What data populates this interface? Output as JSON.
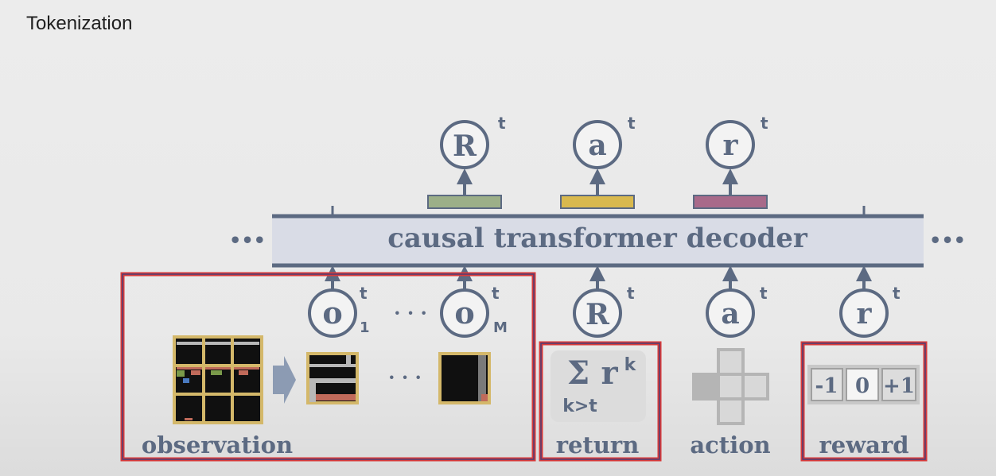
{
  "title": "Tokenization",
  "decoder": {
    "label": "causal transformer decoder",
    "ellipsis_left": "•••",
    "ellipsis_right": "•••"
  },
  "outputs": [
    {
      "symbol": "R",
      "sup": "t",
      "color": "#9caf88"
    },
    {
      "symbol": "a",
      "sup": "t",
      "color": "#d9b94e"
    },
    {
      "symbol": "r",
      "sup": "t",
      "color": "#a86a8a"
    }
  ],
  "inputs": [
    {
      "symbol": "o",
      "sup": "t",
      "sub": "1"
    },
    {
      "symbol": "o",
      "sup": "t",
      "sub": "M"
    },
    {
      "symbol": "R",
      "sup": "t",
      "sub": ""
    },
    {
      "symbol": "a",
      "sup": "t",
      "sub": ""
    },
    {
      "symbol": "r",
      "sup": "t",
      "sub": ""
    }
  ],
  "input_ellipsis": "· · ·",
  "patch_ellipsis": "· · ·",
  "return_formula": {
    "sigma": "Σ",
    "r": "r",
    "sup": "k",
    "sub": "k>t"
  },
  "reward_values": [
    "-1",
    "0",
    "+1"
  ],
  "group_labels": {
    "observation": "observation",
    "return": "return",
    "action": "action",
    "reward": "reward"
  },
  "colors": {
    "box": "#d83a3a",
    "node": "#5c6a82",
    "decoder_fill": "#d9dce6",
    "grid": "#d4b86a"
  }
}
